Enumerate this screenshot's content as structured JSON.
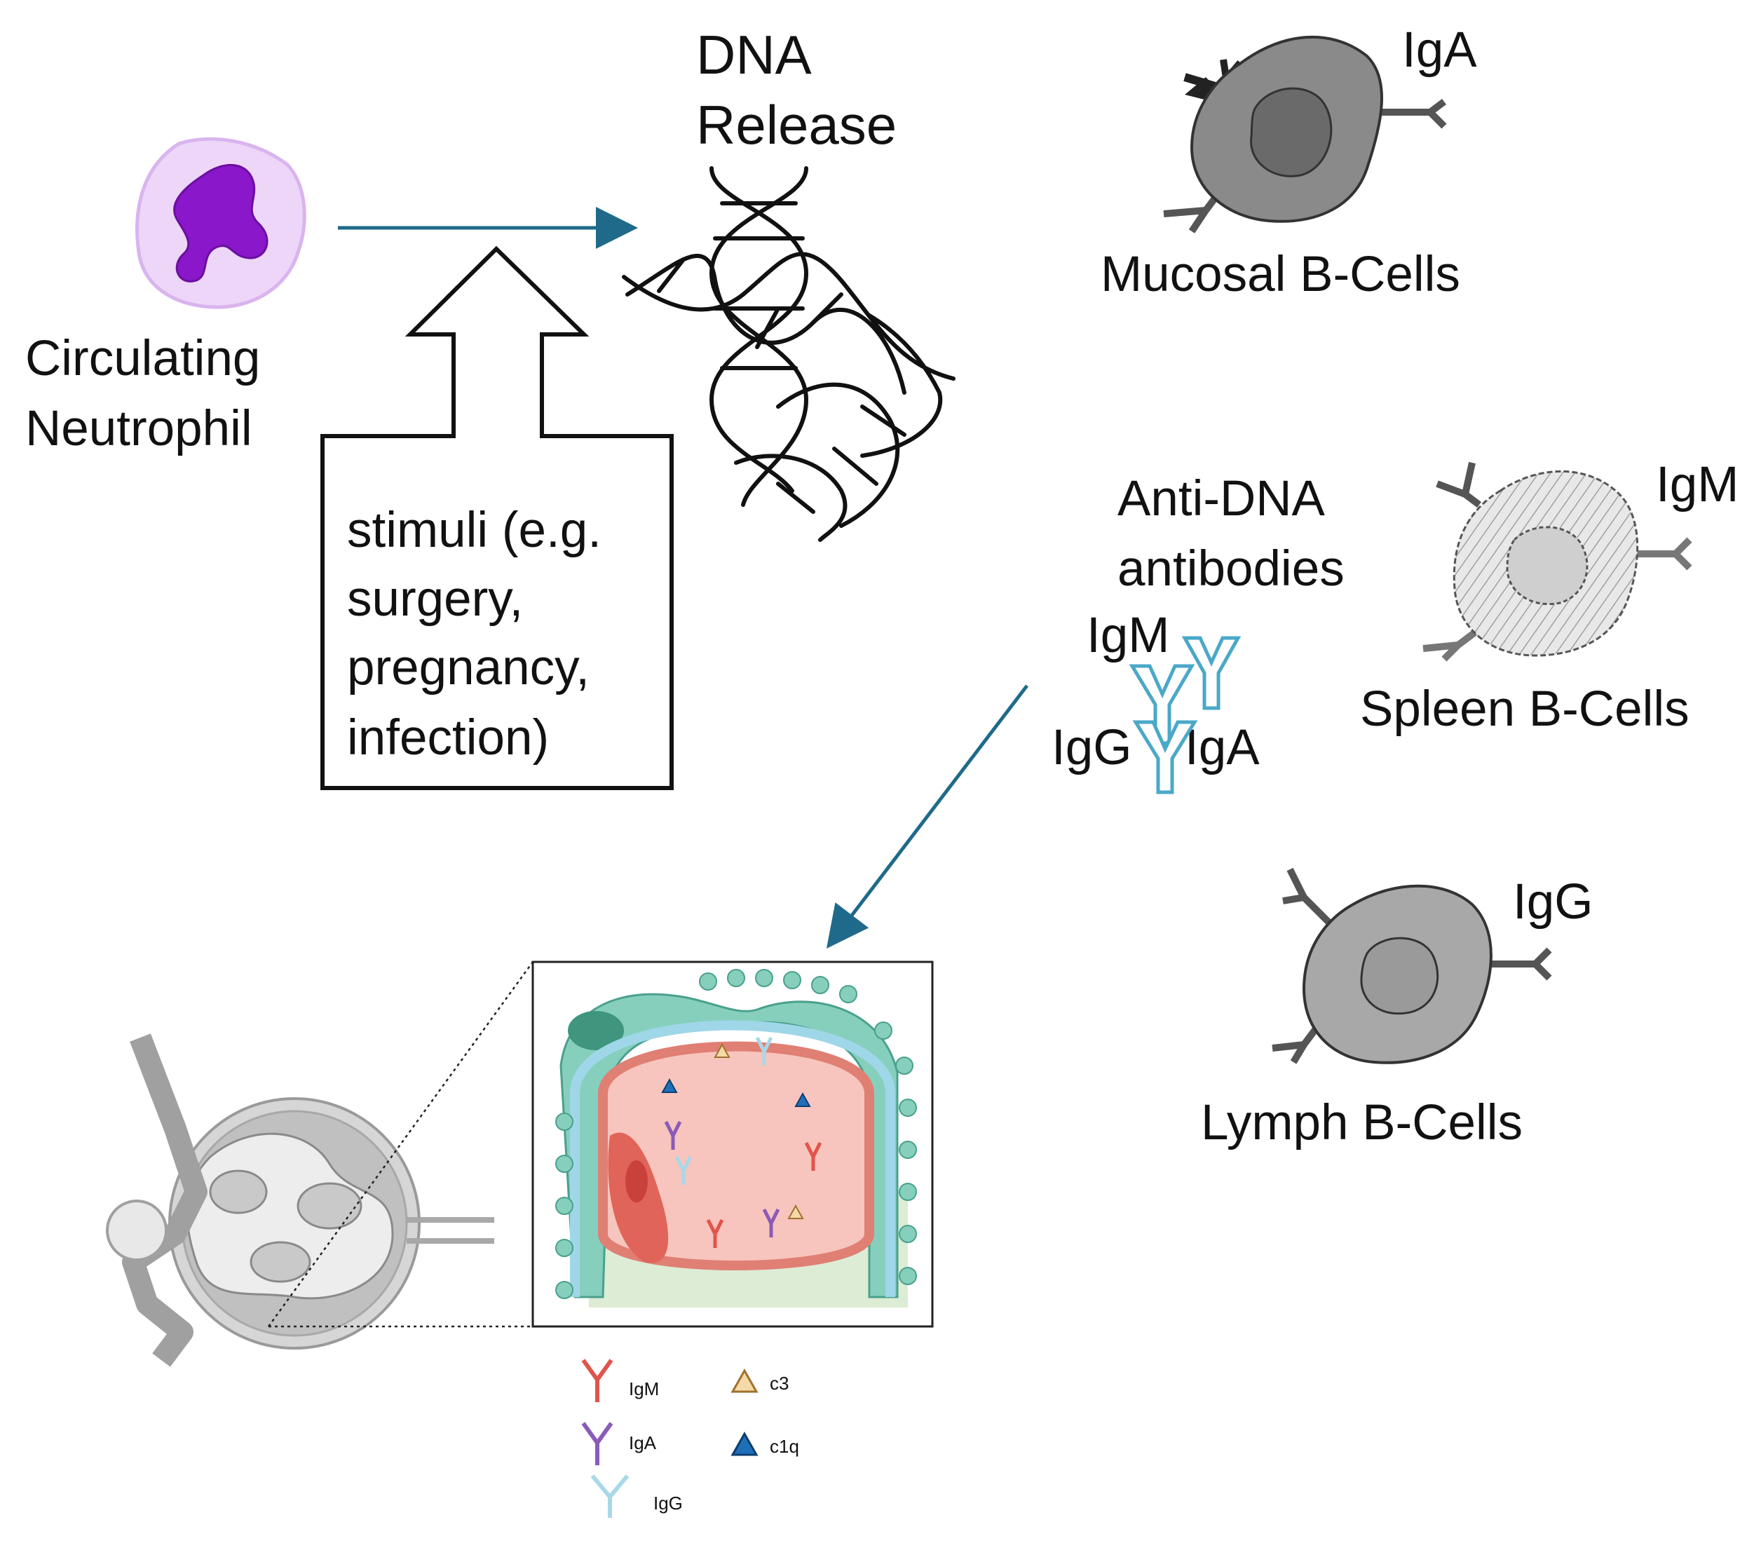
{
  "neutrophil": {
    "label_line1": "Circulating",
    "label_line2": "Neutrophil"
  },
  "dna": {
    "label_line1": "DNA",
    "label_line2": "Release"
  },
  "stimuli": {
    "line1": "stimuli (e.g.",
    "line2": "surgery,",
    "line3": "pregnancy,",
    "line4": "infection)"
  },
  "mucosal": {
    "label": "Mucosal B-Cells",
    "isotype": "IgA"
  },
  "spleen": {
    "label": "Spleen B-Cells",
    "isotype": "IgM"
  },
  "lymph": {
    "label": "Lymph B-Cells",
    "isotype": "IgG"
  },
  "antibodies": {
    "title_line1": "Anti-DNA",
    "title_line2": "antibodies",
    "igm": "IgM",
    "igg": "IgG",
    "iga": "IgA"
  },
  "legend": {
    "igm": "IgM",
    "iga": "IgA",
    "igg": "IgG",
    "c3": "c3",
    "c1q": "c1q"
  },
  "colors": {
    "arrow_teal": "#1f6a8a",
    "antibody_outline": "#4aa8c8",
    "neutrophil_cytoplasm": "#edd6f7",
    "neutrophil_nucleus": "#8a17c9",
    "igm_red": "#e0544c",
    "iga_purple": "#8a5bb8",
    "igg_lightblue": "#a9d8e8",
    "c3_fill": "#f6d9a8",
    "c1q_fill": "#1f6fb8",
    "podocyte_teal": "#86cfbd",
    "capillary_pink": "#f7c5bd"
  }
}
